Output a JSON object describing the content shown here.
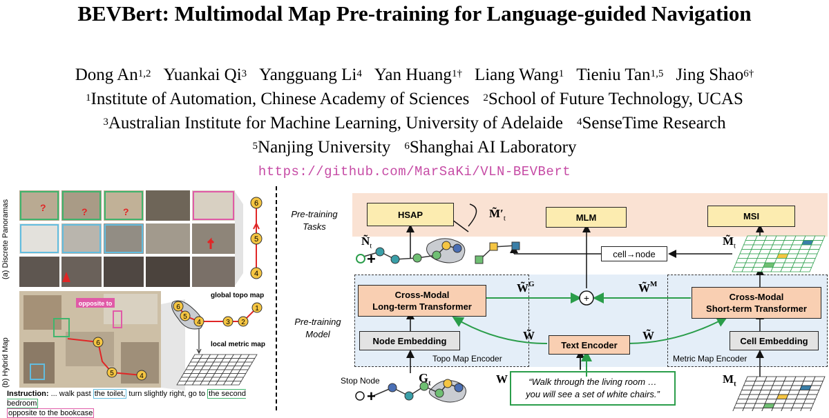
{
  "paper": {
    "title": "BEVBert: Multimodal Map Pre-training for Language-guided Navigation",
    "authors": [
      {
        "name": "Dong An",
        "sup": "1,2"
      },
      {
        "name": "Yuankai Qi",
        "sup": "3"
      },
      {
        "name": "Yangguang Li",
        "sup": "4"
      },
      {
        "name": "Yan Huang",
        "sup": "1†"
      },
      {
        "name": "Liang Wang",
        "sup": "1"
      },
      {
        "name": "Tieniu Tan",
        "sup": "1,5"
      },
      {
        "name": "Jing Shao",
        "sup": "6†"
      }
    ],
    "affiliations_line1": [
      {
        "sup": "1",
        "name": "Institute of Automation, Chinese Academy of Sciences"
      },
      {
        "sup": "2",
        "name": "School of Future Technology, UCAS"
      }
    ],
    "affiliations_line2": [
      {
        "sup": "3",
        "name": "Australian Institute for Machine Learning, University of Adelaide"
      },
      {
        "sup": "4",
        "name": "SenseTime Research"
      }
    ],
    "affiliations_line3": [
      {
        "sup": "5",
        "name": "Nanjing University"
      },
      {
        "sup": "6",
        "name": "Shanghai AI Laboratory"
      }
    ],
    "url": "https://github.com/MarSaKi/VLN-BEVBert"
  },
  "left_figure": {
    "label_a": "(a) Discrete  Panoramas",
    "label_b": "(b) Hybrid Map",
    "global_topo_map": "global topo map",
    "local_metric_map": "local metric map",
    "opposite_to": "opposite to",
    "instruction_label": "Instruction:",
    "instruction_1": "... walk past",
    "instruction_toilet": "the toilet,",
    "instruction_2": "turn slightly right, go to",
    "instruction_bedroom": "the second bedroom",
    "instruction_bookcase": "opposite to the bookcase",
    "node_numbers": [
      "1",
      "2",
      "3",
      "4",
      "5",
      "6"
    ],
    "question_mark": "?"
  },
  "right_figure": {
    "pretraining_tasks": "Pre-training\nTasks",
    "pretraining_model": "Pre-training\nModel",
    "hsap": "HSAP",
    "mlm": "MLM",
    "msi": "MSI",
    "m_prime": "M̃′",
    "m_prime_sub": "t",
    "n_tilde": "Ñ",
    "n_sub": "t",
    "m_tilde": "M̃",
    "m_sub": "t",
    "cell_node": "cell→node",
    "cross_long": "Cross-Modal\nLong-term Transformer",
    "cross_short": "Cross-Modal\nShort-term Transformer",
    "wg": "W̃",
    "wg_sup": "G",
    "wm": "W̃",
    "wm_sup": "M",
    "w_tilde": "W̃",
    "node_embedding": "Node Embedding",
    "text_encoder": "Text Encoder",
    "cell_embedding": "Cell Embedding",
    "topo_encoder": "Topo Map Encoder",
    "metric_encoder": "Metric Map Encoder",
    "stop_node": "Stop Node",
    "g": "G",
    "g_sub": "t",
    "w": "W",
    "m": "M",
    "mt_sub": "t",
    "plus": "+",
    "circle_plus": "+",
    "instruction_text": "“Walk through the living room …\nyou will see a set of white chairs.”"
  }
}
